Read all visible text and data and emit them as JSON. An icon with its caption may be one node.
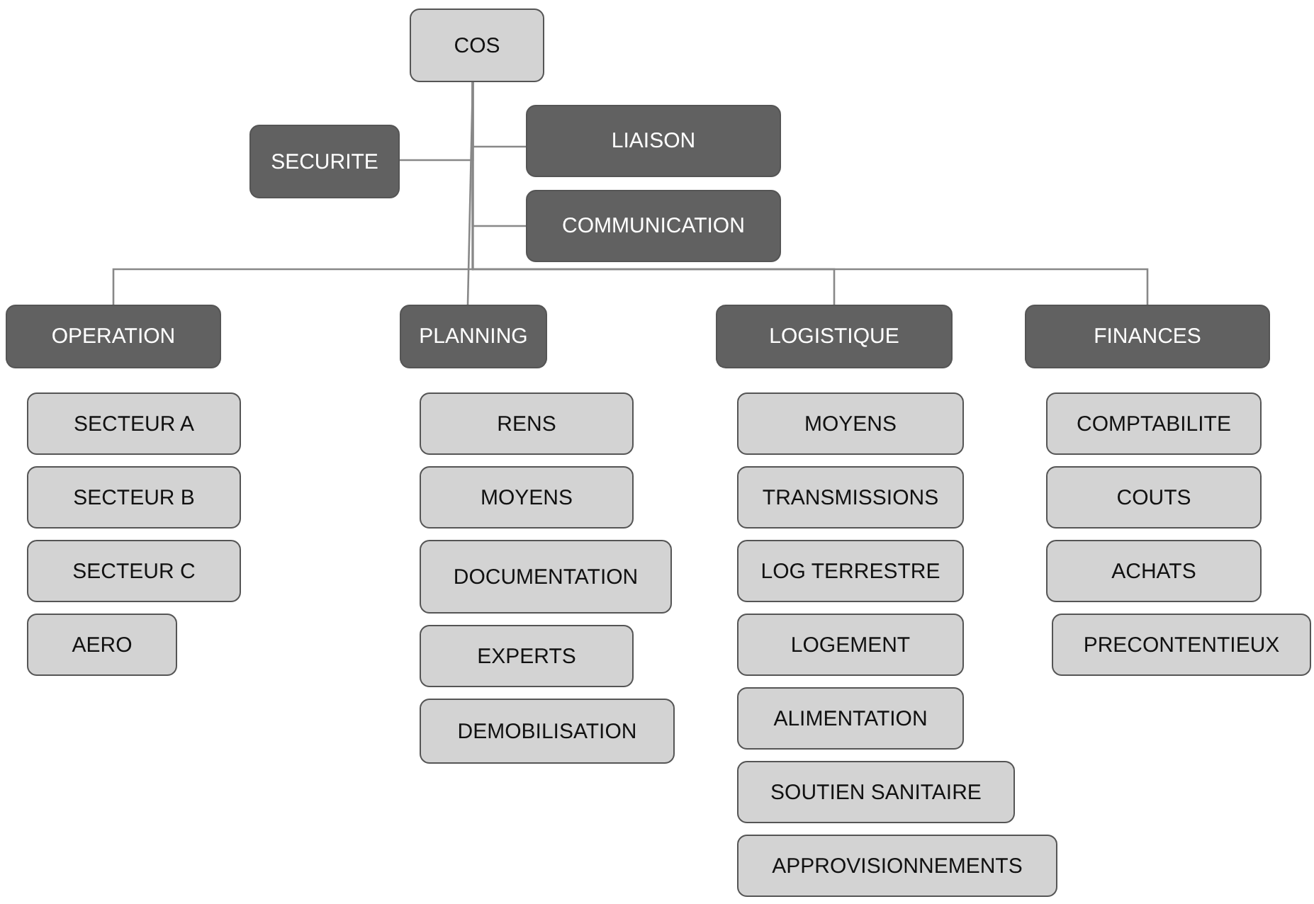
{
  "diagram": {
    "nodes": [
      {
        "text": [
          "COS"
        ]
      },
      {
        "text": [
          "SECURITE"
        ]
      },
      {
        "text": [
          "LIAISON"
        ]
      },
      {
        "text": [
          "COMMUNICATION"
        ]
      },
      {
        "text": [
          "OPERATION"
        ]
      },
      {
        "text": [
          "PLANNING"
        ]
      },
      {
        "text": [
          "LOGISTIQUE"
        ]
      },
      {
        "text": [
          "FINANCES"
        ]
      },
      {
        "text": [
          "SECTEUR A"
        ]
      },
      {
        "text": [
          "SECTEUR B"
        ]
      },
      {
        "text": [
          "SECTEUR C"
        ]
      },
      {
        "text": [
          "AERO"
        ]
      },
      {
        "text": [
          "RENS"
        ]
      },
      {
        "text": [
          "MOYENS"
        ]
      },
      {
        "text": [
          "DOCUMENTATION"
        ]
      },
      {
        "text": [
          "EXPERTS"
        ]
      },
      {
        "text": [
          "DEMOBILISATION"
        ]
      },
      {
        "text": [
          "MOYENS"
        ]
      },
      {
        "text": [
          "TRANSMISSIONS"
        ]
      },
      {
        "text": [
          "LOG TERRESTRE"
        ]
      },
      {
        "text": [
          "LOGEMENT"
        ]
      },
      {
        "text": [
          "ALIMENTATION"
        ]
      },
      {
        "text": [
          "SOUTIEN SANITAIRE"
        ]
      },
      {
        "text": [
          "APPROVISIONNEMENTS"
        ]
      },
      {
        "text": [
          "COMPTABILITE"
        ]
      },
      {
        "text": [
          "COUTS"
        ]
      },
      {
        "text": [
          "ACHATS"
        ]
      },
      {
        "text": [
          "PRECONTENTIEUX"
        ]
      }
    ],
    "edges": [
      {
        "from": 0,
        "to": 1,
        "arrow": "none"
      },
      {
        "from": 0,
        "to": 2,
        "arrow": "none"
      },
      {
        "from": 0,
        "to": 3,
        "arrow": "none"
      },
      {
        "from": 0,
        "to": 4,
        "arrow": "none"
      },
      {
        "from": 0,
        "to": 5,
        "arrow": "none"
      },
      {
        "from": 0,
        "to": 6,
        "arrow": "none"
      },
      {
        "from": 0,
        "to": 7,
        "arrow": "none"
      }
    ]
  }
}
